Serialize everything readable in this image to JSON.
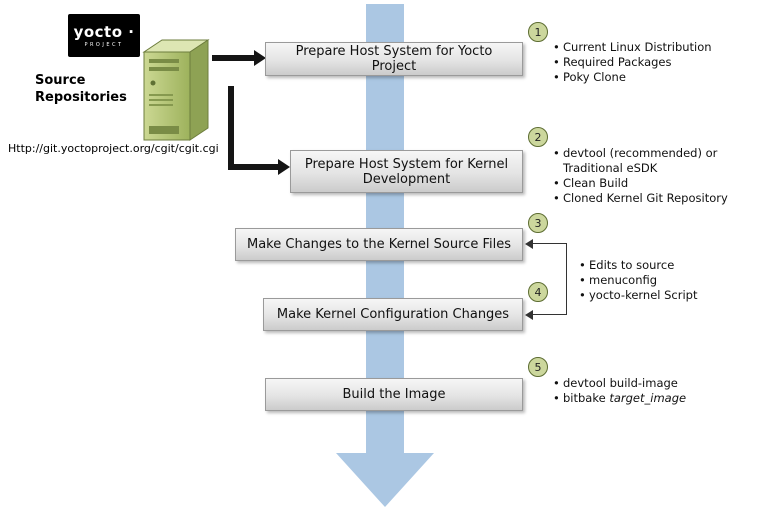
{
  "logo": {
    "brand": "yocto ·",
    "project": "PROJECT"
  },
  "source": {
    "title_line1": "Source",
    "title_line2": "Repositories",
    "url": "Http://git.yoctoproject.org/cgit/cgit.cgi"
  },
  "steps": [
    {
      "num": "1",
      "label": "Prepare Host System for Yocto Project"
    },
    {
      "num": "2",
      "label": "Prepare Host System for Kernel Development"
    },
    {
      "num": "3",
      "label": "Make Changes to the Kernel Source Files"
    },
    {
      "num": "4",
      "label": "Make Kernel Configuration Changes"
    },
    {
      "num": "5",
      "label": "Build the Image"
    }
  ],
  "bullets": {
    "step1": [
      "Current Linux Distribution",
      "Required Packages",
      "Poky Clone"
    ],
    "step2": [
      "devtool (recommended) or",
      "Traditional eSDK",
      "Clean Build",
      "Cloned Kernel Git Repository"
    ],
    "step34": [
      "Edits to source",
      "menuconfig",
      "yocto-kernel Script"
    ],
    "step5_item1": "devtool build-image",
    "step5_item2_prefix": "bitbake ",
    "step5_item2_italic": "target_image"
  },
  "colors": {
    "flow_arrow": "#abc7e3",
    "box_border": "#9a9a9a",
    "circle_fill": "#ccd79d",
    "circle_border": "#5c6c31",
    "server_green": "#9db25c"
  }
}
